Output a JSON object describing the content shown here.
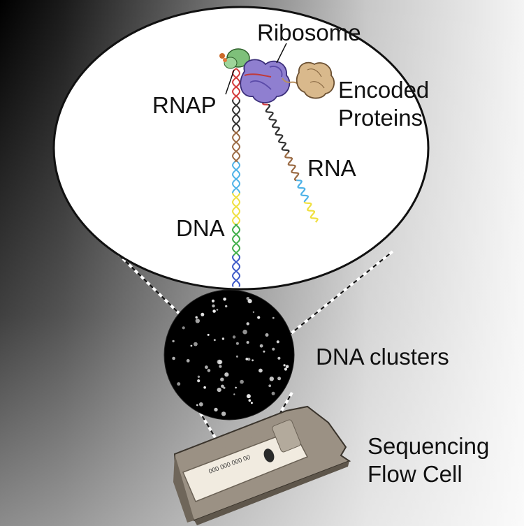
{
  "labels": {
    "ribosome": "Ribosome",
    "rnap": "RNAP",
    "encoded_proteins_line1": "Encoded",
    "encoded_proteins_line2": "Proteins",
    "rna": "RNA",
    "dna": "DNA",
    "dna_clusters": "DNA clusters",
    "flow_cell_line1": "Sequencing",
    "flow_cell_line2": "Flow Cell"
  },
  "flow_cell_text": {
    "barcode": "000 000 000 00"
  },
  "colors": {
    "dna_segments": [
      "#d43c3c",
      "#333333",
      "#9b6b44",
      "#4fb3e8",
      "#f0e040",
      "#3fae49",
      "#3c58c8"
    ],
    "ribosome": "#8f7fd0",
    "protein": "#d9b98c",
    "rnap": "#7ec07a",
    "flow_cell": "#9b9184"
  }
}
